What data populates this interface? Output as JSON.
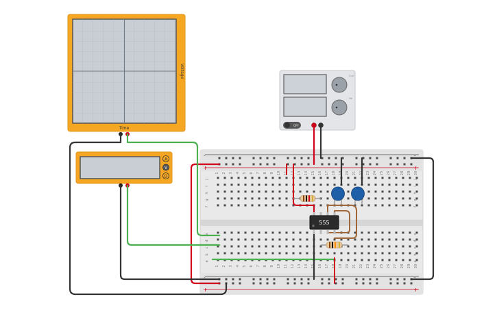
{
  "oscilloscope": {
    "y_label": "Voltage",
    "x_label": "Time",
    "frame_color": "#f5a623"
  },
  "multimeter": {
    "modes": [
      "A",
      "V",
      "Ω"
    ],
    "frame_color": "#f5a623"
  },
  "power_supply": {
    "knob1_label": "Curr",
    "knob2_label": "Vol",
    "switch_label": "OFF"
  },
  "breadboard": {
    "columns": [
      "1",
      "2",
      "3",
      "4",
      "5",
      "6",
      "7",
      "8",
      "9",
      "10",
      "11",
      "12",
      "13",
      "14",
      "15",
      "16",
      "17",
      "18",
      "19",
      "20",
      "21",
      "22",
      "23",
      "24",
      "25",
      "26",
      "27",
      "28",
      "29",
      "30"
    ],
    "rows_top": [
      "j",
      "i",
      "h",
      "g",
      "f"
    ],
    "rows_bottom": [
      "e",
      "d",
      "c",
      "b",
      "a"
    ],
    "rail_plus": "+",
    "rail_minus": "-"
  },
  "ic": {
    "label": "555"
  },
  "colors": {
    "wire_red": "#d0021b",
    "wire_black": "#333333",
    "wire_green": "#4caf50",
    "wire_brown": "#a0683a",
    "capacitor": "#1f5fa8"
  }
}
